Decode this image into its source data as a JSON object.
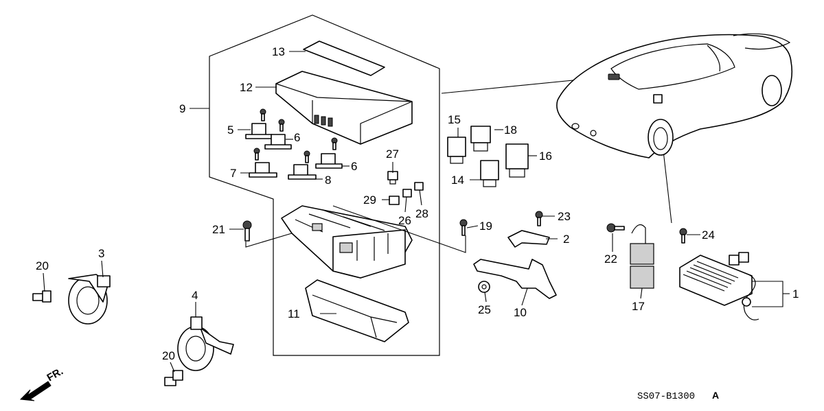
{
  "labels": {
    "p1": "1",
    "p2": "2",
    "p3": "3",
    "p4": "4",
    "p5": "5",
    "p6a": "6",
    "p6b": "6",
    "p7": "7",
    "p8": "8",
    "p9": "9",
    "p10": "10",
    "p11": "11",
    "p12": "12",
    "p13": "13",
    "p14": "14",
    "p15": "15",
    "p16": "16",
    "p17": "17",
    "p18": "18",
    "p19": "19",
    "p20a": "20",
    "p20b": "20",
    "p21": "21",
    "p22": "22",
    "p23": "23",
    "p24": "24",
    "p25": "25",
    "p26": "26",
    "p27": "27",
    "p28": "28",
    "p29": "29"
  },
  "direction_label": "FR.",
  "catalog_code": "SS07-B1300",
  "catalog_suffix": "A"
}
